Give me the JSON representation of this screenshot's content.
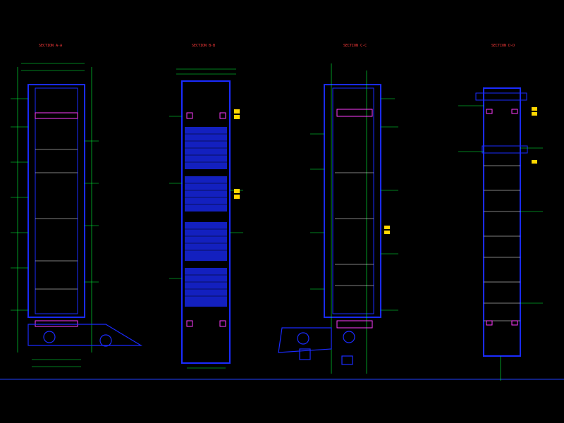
{
  "colors": {
    "background": "#000000",
    "primary_line": "#1a2bff",
    "dimension_line": "#00ff3c",
    "annotation": "#ffffff",
    "highlight": "#ff3bff",
    "callout": "#ffd700",
    "section_title": "#ff3b3b",
    "baseline": "#2040ff"
  },
  "sections": [
    {
      "title": "SECTION A-A",
      "subtitle": "",
      "mark_top": "",
      "mark_bottom": ""
    },
    {
      "title": "SECTION B-B",
      "subtitle": "",
      "mark_top": "",
      "mark_bottom": ""
    },
    {
      "title": "SECTION C-C",
      "subtitle": "",
      "mark_top": "",
      "mark_bottom": ""
    },
    {
      "title": "SECTION D-D",
      "subtitle": "",
      "mark_top": "",
      "mark_bottom": ""
    }
  ]
}
